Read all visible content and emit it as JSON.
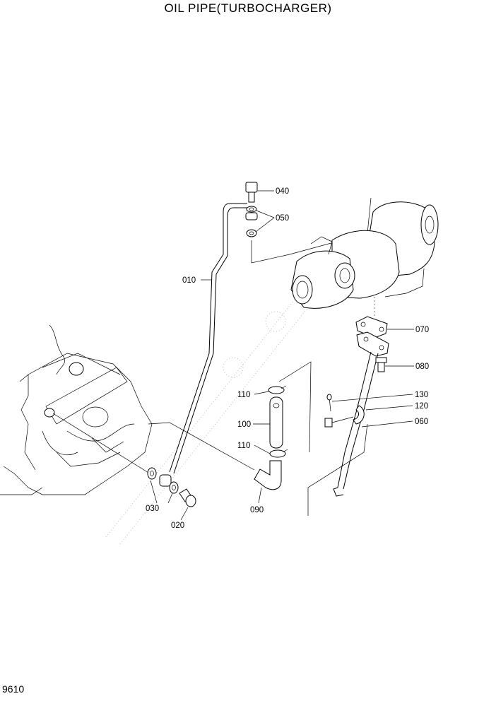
{
  "title": "OIL PIPE(TURBOCHARGER)",
  "page_number": "9610",
  "callouts": [
    {
      "id": "040",
      "label": "040"
    },
    {
      "id": "050",
      "label": "050"
    },
    {
      "id": "010",
      "label": "010"
    },
    {
      "id": "070",
      "label": "070"
    },
    {
      "id": "080",
      "label": "080"
    },
    {
      "id": "110a",
      "label": "110"
    },
    {
      "id": "130",
      "label": "130"
    },
    {
      "id": "120",
      "label": "120"
    },
    {
      "id": "100",
      "label": "100"
    },
    {
      "id": "060",
      "label": "060"
    },
    {
      "id": "110b",
      "label": "110"
    },
    {
      "id": "030",
      "label": "030"
    },
    {
      "id": "090",
      "label": "090"
    },
    {
      "id": "020",
      "label": "020"
    }
  ]
}
